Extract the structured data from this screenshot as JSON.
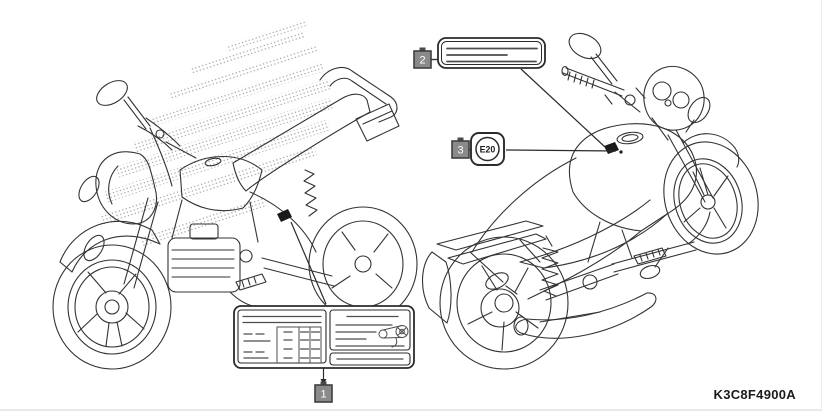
{
  "diagram": {
    "part_code": "K3C8F4900A",
    "e20_text": "E20",
    "callouts": {
      "one": "1",
      "two": "2",
      "three": "3"
    },
    "colors": {
      "line": "#333333",
      "callout_fill": "#8a8a8a",
      "callout_border": "#3f3f3f",
      "callout_number": "#ffffff",
      "label_stroke": "#2b2b2b",
      "greeked_text_line": "#4d4d4d",
      "marker": "#1a1a1a"
    }
  }
}
